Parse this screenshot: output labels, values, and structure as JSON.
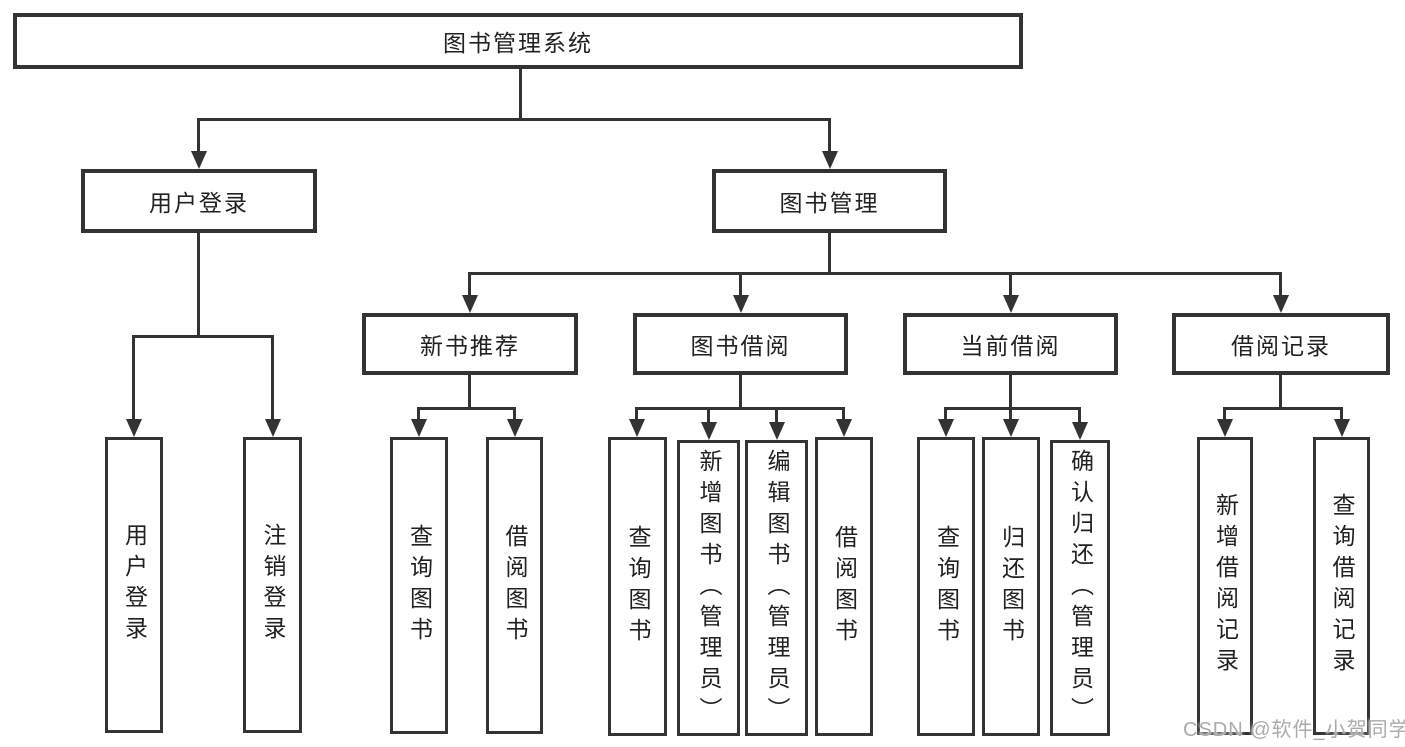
{
  "diagram_title": "图书管理系统",
  "nodes": {
    "root": {
      "label": "图书管理系统"
    },
    "user_login": {
      "label": "用户登录"
    },
    "book_mgmt": {
      "label": "图书管理"
    },
    "login_leaf": {
      "label": "用户登录"
    },
    "logout_leaf": {
      "label": "注销登录"
    },
    "new_book_rec": {
      "label": "新书推荐"
    },
    "book_borrow": {
      "label": "图书借阅"
    },
    "current_borrow": {
      "label": "当前借阅"
    },
    "borrow_records": {
      "label": "借阅记录"
    },
    "nbr_query": {
      "label": "查询图书"
    },
    "nbr_borrow": {
      "label": "借阅图书"
    },
    "bb_query": {
      "label": "查询图书"
    },
    "bb_add": {
      "label": "新增图书（管理员）"
    },
    "bb_edit": {
      "label": "编辑图书（管理员）"
    },
    "bb_borrow": {
      "label": "借阅图书"
    },
    "cb_query": {
      "label": "查询图书"
    },
    "cb_return": {
      "label": "归还图书"
    },
    "cb_confirm": {
      "label": "确认归还（管理员）"
    },
    "br_add": {
      "label": "新增借阅记录"
    },
    "br_query": {
      "label": "查询借阅记录"
    }
  },
  "watermark": "CSDN @软件_小贺同学",
  "colors": {
    "line": "#333333",
    "background": "#ffffff",
    "watermark": "#ababab"
  }
}
